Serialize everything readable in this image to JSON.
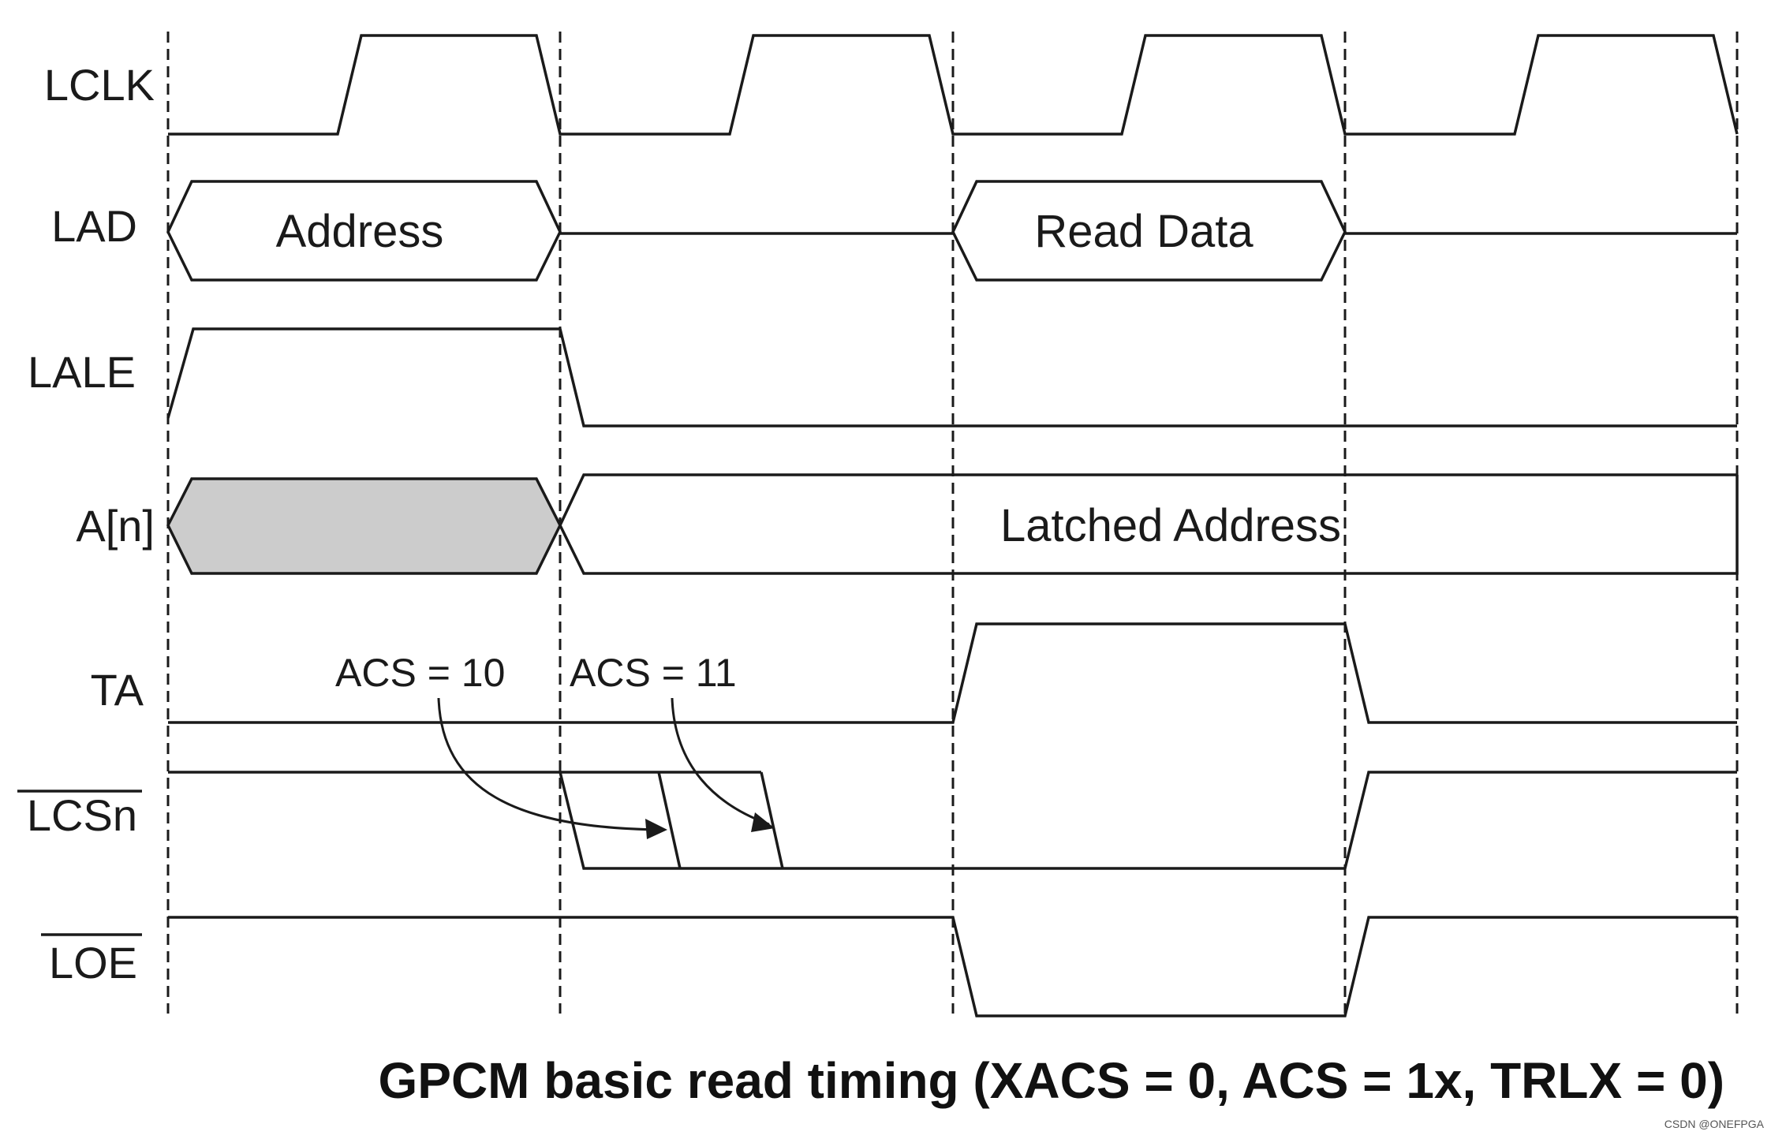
{
  "signals": [
    {
      "id": "lclk",
      "label": "LCLK",
      "overline": false
    },
    {
      "id": "lad",
      "label": "LAD",
      "overline": false
    },
    {
      "id": "lale",
      "label": "LALE",
      "overline": false
    },
    {
      "id": "an",
      "label": "A[n]",
      "overline": false
    },
    {
      "id": "ta",
      "label": "TA",
      "overline": false
    },
    {
      "id": "lcsn",
      "label": "LCSn",
      "overline": true
    },
    {
      "id": "loe",
      "label": "LOE",
      "overline": true
    }
  ],
  "bus_labels": {
    "address": "Address",
    "read_data": "Read Data",
    "latched_address": "Latched Address"
  },
  "annotations": {
    "acs10": "ACS = 10",
    "acs11": "ACS = 11"
  },
  "caption": "GPCM basic read timing (XACS = 0, ACS = 1x, TRLX = 0)",
  "watermark": "CSDN @ONEFPGA",
  "colors": {
    "line": "#1a1a1a",
    "shade": "#cccccc",
    "background": "#ffffff"
  }
}
